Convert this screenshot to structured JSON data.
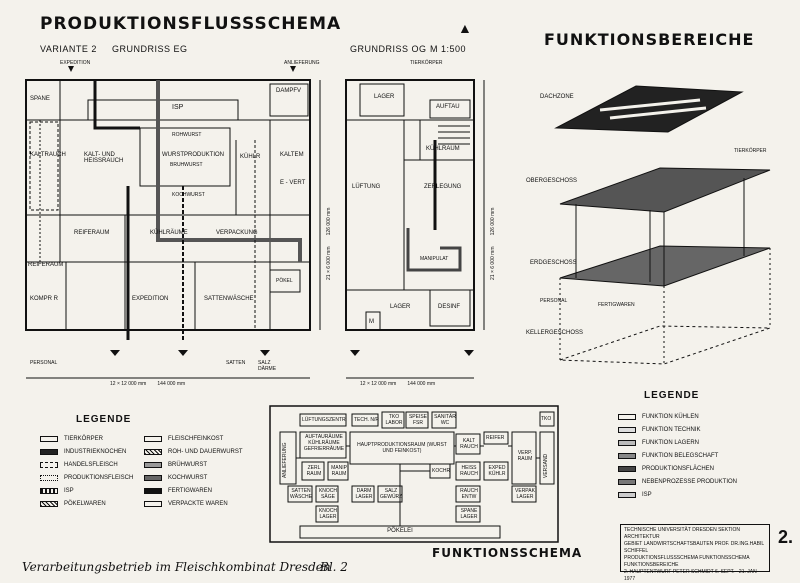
{
  "titles": {
    "main": "PRODUKTIONSFLUSSSCHEMA",
    "functions": "FUNKTIONSBEREICHE",
    "function_scheme": "FUNKTIONSSCHEMA"
  },
  "subtitles": {
    "variant": "VARIANTE 2",
    "floor_eg": "GRUNDRISS EG",
    "floor_og": "GRUNDRISS OG",
    "scale": "M 1:500"
  },
  "eg_labels": {
    "expedition_top": "EXPEDITION",
    "anlieferung_top": "ANLIEFERUNG",
    "spane": "SPANE",
    "isp": "ISP",
    "dampfv": "DAMPFV",
    "rohwurst": "ROHWURST",
    "bruhwurst": "BRUHWURST",
    "kaltrauch": "KALTRAUCH",
    "kalt_heiss": "KALT- UND HEISSRAUCH",
    "wurstproduktion": "WURSTPRODUKTION",
    "kochwurst": "KOCHWURST",
    "kuhlr": "KÜHLR",
    "kaltem": "KALTEM",
    "evert": "E - VERT",
    "reiferaum": "REIFERAUM",
    "kuhlraume": "KÜHLRÄUME",
    "verpackung": "VERPACKUNG",
    "reiferaum2": "REIFERAUM",
    "kompr": "KOMPR R",
    "expedition": "EXPEDITION",
    "sattenwasche": "SATTENWÄSCHE",
    "pokel": "PÖKEL",
    "personal": "PERSONAL",
    "satten": "SATTEN",
    "salz": "SALZ DÄRME",
    "dim": "12 × 12 000 mm        144 000 mm",
    "dim_side": "21 × 6 000 mm        126 000 mm"
  },
  "og_labels": {
    "tierkorper": "TIERKÖRPER",
    "lager": "LAGER",
    "auftau": "AUFTAU",
    "kuhlraum": "KÜHLRAUM",
    "luftung": "LÜFTUNG",
    "zerlegung": "ZERLEGUNG",
    "manipulat": "MANIPULAT",
    "lager2": "LAGER",
    "desinf": "DESINF",
    "m": "M",
    "dim": "12 × 12 000 mm        144 000 mm",
    "dim_side": "21 × 6 000 mm        126 000 mm"
  },
  "axon_labels": {
    "dachzone": "DACHZONE",
    "obergeschoss": "OBERGESCHOSS",
    "erdgeschoss": "ERDGESCHOSS",
    "kellergeschoss": "KELLERGESCHOSS",
    "tierkorper": "TIERKÖRPER",
    "personal": "PERSONAL",
    "fertigwaren": "FERTIGWAREN"
  },
  "legend_left": {
    "title": "LEGENDE",
    "col1": [
      "TIERKÖRPER",
      "INDUSTRIEKNOCHEN",
      "HANDELSFLEISCH",
      "PRODUKTIONSFLEISCH",
      "ISP",
      "PÖKELWAREN"
    ],
    "col2": [
      "FLEISCHFEINKOST",
      "ROH- UND DAUERWURST",
      "BRÜHWURST",
      "KOCHWURST",
      "FERTIGWAREN",
      "VERPACKTE WAREN"
    ]
  },
  "legend_right": {
    "title": "LEGENDE",
    "items": [
      "FUNKTION KÜHLEN",
      "FUNKTION TECHNIK",
      "FUNKTION LAGERN",
      "FUNKTION BELEGSCHAFT",
      "PRODUKTIONSFLÄCHEN",
      "NEBENPROZESSE PRODUKTION",
      "ISP"
    ]
  },
  "scheme": {
    "luftung": "LÜFTUNGSZENTR",
    "tech": "TECH. N/R",
    "tko_labor": "TKO LABOR",
    "speise": "SPEISE FSR",
    "sanitar": "SANITÄR WC",
    "tko": "TKO",
    "anlieferung": "ANLIEFERUNG",
    "auftauraume": "AUFTAURÄUME KÜHLRÄUME GEFRIERRÄUME",
    "hauptproduktion": "HAUPTPRODUKTIONSRAUM (WURST UND FEINKOST)",
    "kaltrauch": "KALT RAUCH",
    "reiferaum": "REIFER",
    "verpraum": "VERP. RAUM",
    "versand": "VERSAND",
    "zerl": "ZERL RAUM",
    "manip": "MANIP RAUM",
    "heissrauch": "HEISS RAUCH",
    "exped": "EXPED KÜHLR",
    "kochr": "KOCHR",
    "sattenwasche": "SATTEN WÄSCHE",
    "knochsage": "KNOCH SÄGE",
    "darmlager": "DARM LAGER",
    "salzgewurz": "SALZ GEWÜRZ",
    "raucherntw": "RAUCH ENTW",
    "verpaklager": "VERPAK LAGER",
    "spanelager": "SPANE LAGER",
    "knochlager": "KNOCH LAGER",
    "pokelei": "PÖKELEI"
  },
  "footer": {
    "left": "Verarbeitungsbetrieb im Fleischkombinat Dresden",
    "sheet": "Bl. 2",
    "tb_line1": "TECHNISCHE UNIVERSITÄT DRESDEN  SEKTION ARCHITEKTUR",
    "tb_line2": "GEBIET LANDWIRTSCHAFTSBAUTEN  PROF. DR.ING.HABIL SCHIFFEL",
    "tb_line3": "PRODUKTIONSFLUSSSCHEMA  FUNKTIONSSCHEMA",
    "tb_line4": "FUNKTIONSBEREICHE",
    "tb_line5": "2. HAUPTENTWURF  PETER SCHMIDT  6. SEPT. - 21. JAN 1977",
    "sheet_num": "2."
  }
}
